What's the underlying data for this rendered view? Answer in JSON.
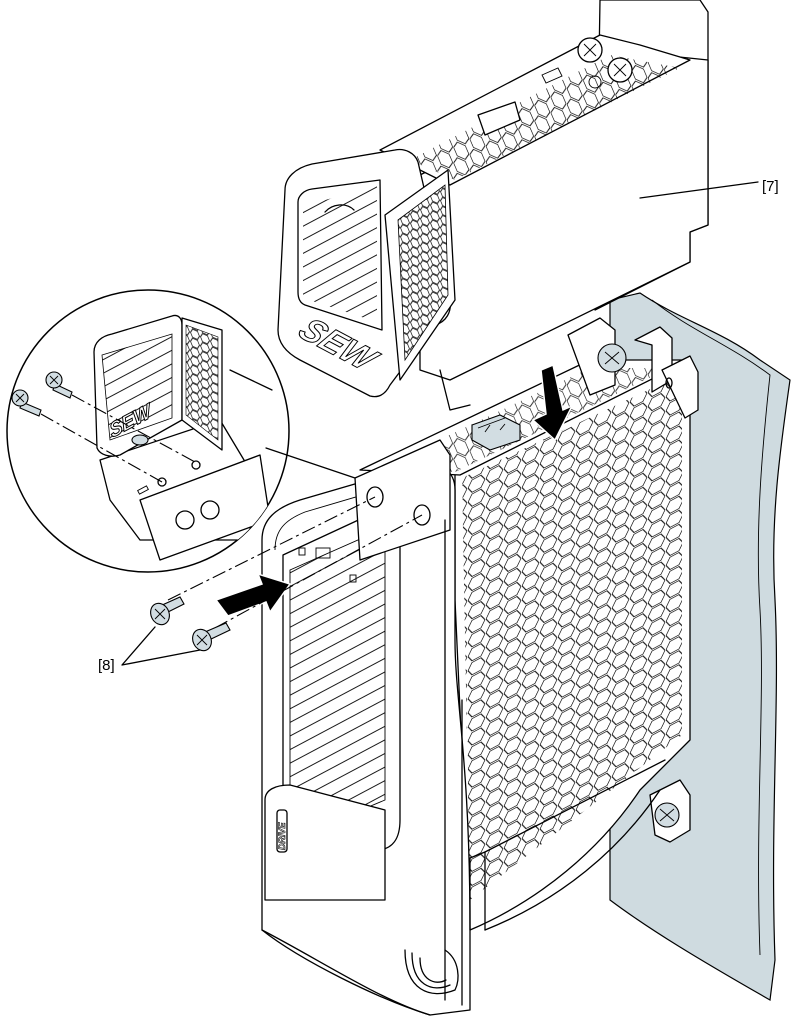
{
  "diagram": {
    "description": "Assembly illustration: mounting module [7] onto drive unit and fastening with screws [8]",
    "colors": {
      "line": "#000000",
      "background": "#ffffff",
      "wall": "#cfdbe0",
      "metal_parts": "#d2dde2",
      "arrow": "#000000"
    },
    "labels": {
      "module_callout": "[7]",
      "screws_callout": "[8]"
    },
    "markings": {
      "module_brand": "SEW",
      "detail_brand": "SEW",
      "unit_badge": "DRIVE"
    },
    "parts": [
      {
        "id": "7",
        "name": "Plug-in module (top unit)"
      },
      {
        "id": "8",
        "name": "Mounting screws (2x)"
      }
    ],
    "arrows": [
      {
        "name": "insert-down",
        "direction": "down"
      },
      {
        "name": "insert-right",
        "direction": "right"
      }
    ],
    "detail_view": {
      "shape": "circle",
      "content": "Front cover with two screws"
    }
  }
}
